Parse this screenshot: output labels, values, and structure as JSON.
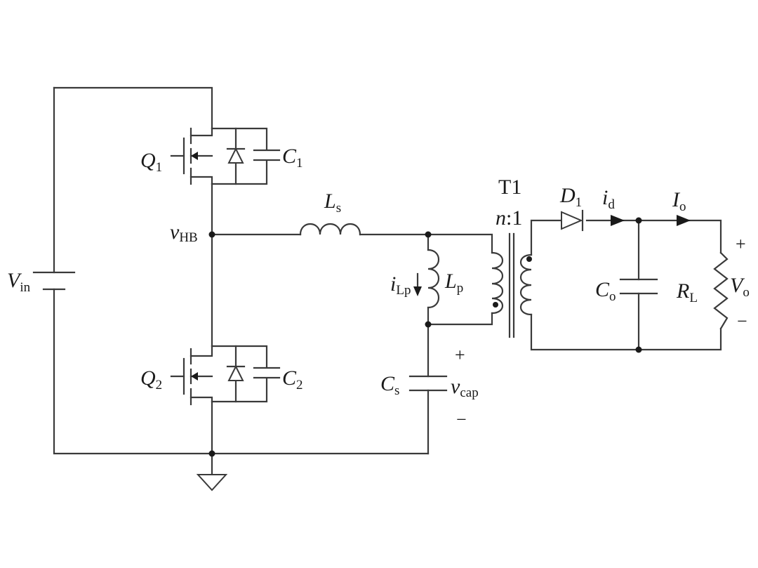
{
  "labels": {
    "vin": {
      "main": "V",
      "sub": "in"
    },
    "q1": {
      "main": "Q",
      "sub": "1"
    },
    "c1": {
      "main": "C",
      "sub": "1"
    },
    "q2": {
      "main": "Q",
      "sub": "2"
    },
    "c2": {
      "main": "C",
      "sub": "2"
    },
    "vhb": {
      "main": "v",
      "sub": "HB"
    },
    "ls": {
      "main": "L",
      "sub": "s"
    },
    "lp": {
      "main": "L",
      "sub": "p"
    },
    "ilp": {
      "main": "i",
      "sub": "Lp"
    },
    "cs": {
      "main": "C",
      "sub": "s"
    },
    "vcap": {
      "main": "v",
      "sub": "cap",
      "plus": "+",
      "minus": "−"
    },
    "t1": {
      "name": "T1",
      "ratio_n": "n",
      "ratio_rest": ":1"
    },
    "d1": {
      "main": "D",
      "sub": "1"
    },
    "id": {
      "main": "i",
      "sub": "d"
    },
    "io": {
      "main": "I",
      "sub": "o"
    },
    "co": {
      "main": "C",
      "sub": "o"
    },
    "rl": {
      "main": "R",
      "sub": "L"
    },
    "vo": {
      "main": "V",
      "sub": "o",
      "plus": "+",
      "minus": "−"
    }
  }
}
